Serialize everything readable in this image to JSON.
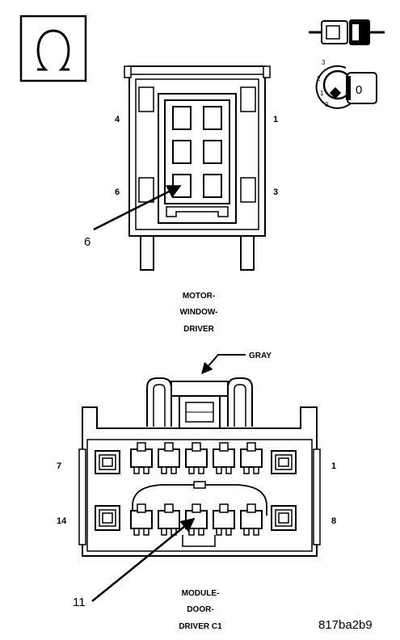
{
  "top_connector": {
    "pins": {
      "left_top": "4",
      "left_bottom": "6",
      "right_top": "1",
      "right_bottom": "3"
    },
    "callout": "6",
    "caption": [
      "MOTOR-",
      "WINDOW-",
      "DRIVER"
    ]
  },
  "bottom_connector": {
    "color_label": "GRAY",
    "pins": {
      "top_left": "7",
      "top_right": "1",
      "bottom_left": "14",
      "bottom_right": "8"
    },
    "callout": "11",
    "caption": [
      "MODULE-",
      "DOOR-",
      "DRIVER C1"
    ]
  },
  "legend": {
    "ohm_icon": "omega-icon",
    "connector_icon": "connector-icon",
    "ignition_positions": [
      "3",
      "2",
      "1",
      "0"
    ],
    "ignition_key_label": "0"
  },
  "figure_id": "817ba2b9"
}
